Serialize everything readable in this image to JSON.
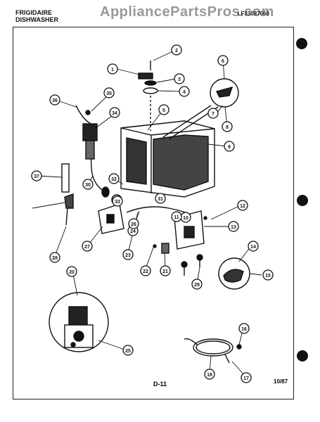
{
  "header": {
    "brand": "FRIGIDAIRE",
    "product": "DISHWASHER",
    "model_number": "LF33087060"
  },
  "watermark": "AppliancePartsPros.com",
  "footer": {
    "page_number": "D-11",
    "date_code": "10/87"
  },
  "callouts": [
    "1",
    "2",
    "3",
    "4",
    "5",
    "6",
    "7",
    "8",
    "9",
    "10",
    "11",
    "12",
    "13",
    "14",
    "15",
    "16",
    "17",
    "18",
    "20",
    "21",
    "22",
    "23",
    "24",
    "25",
    "26",
    "27",
    "28",
    "29",
    "30",
    "31",
    "32",
    "33",
    "34",
    "35",
    "36",
    "37"
  ],
  "colors": {
    "ink": "#111111",
    "paper": "#ffffff",
    "watermark": "#555555"
  }
}
